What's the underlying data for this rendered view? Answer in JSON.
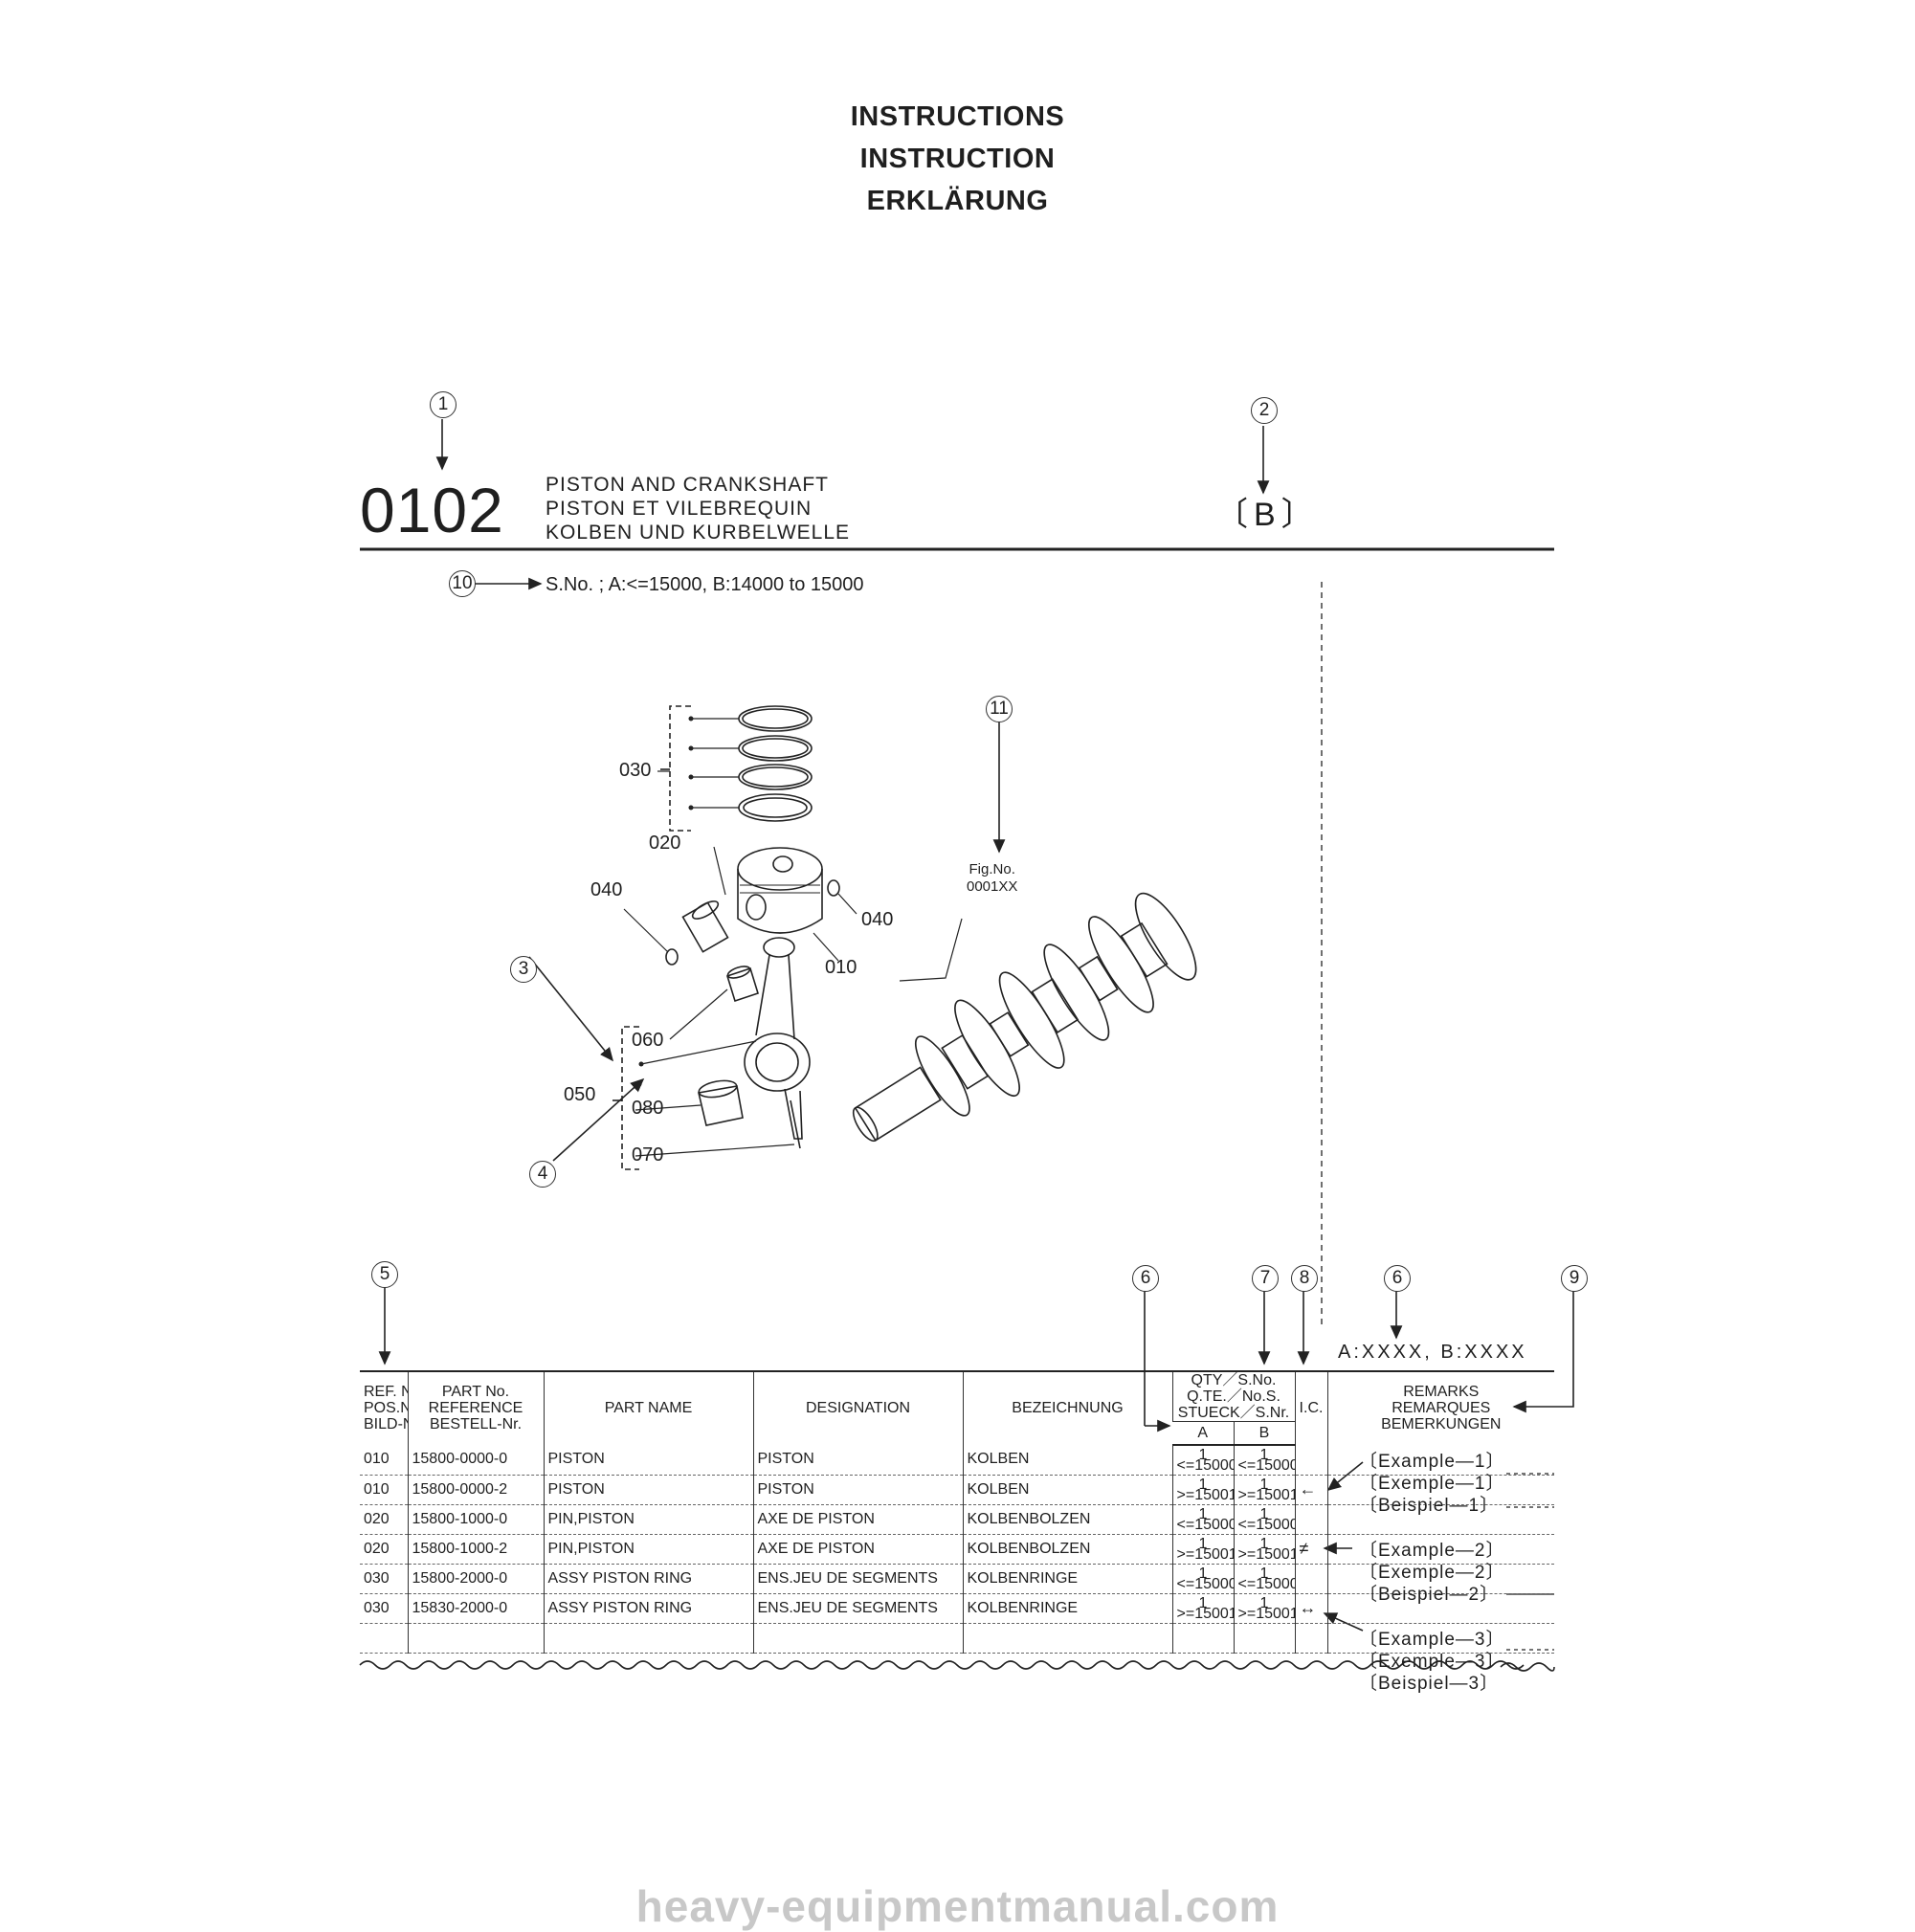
{
  "header": {
    "titles": [
      "INSTRUCTIONS",
      "INSTRUCTION",
      "ERKLÄRUNG"
    ]
  },
  "callouts": [
    "1",
    "2",
    "3",
    "4",
    "5",
    "6",
    "7",
    "8",
    "6",
    "9",
    "10",
    "11"
  ],
  "figure": {
    "number": "0102",
    "title_en": "PISTON AND CRANKSHAFT",
    "title_fr": "PISTON ET VILEBREQUIN",
    "title_de": "KOLBEN UND KURBELWELLE",
    "variant": "〔B〕",
    "serial_note": "S.No. ; A:<=15000, B:14000 to 15000",
    "fig_ref": [
      "Fig.No.",
      "0001XX"
    ],
    "part_labels": [
      "030",
      "020",
      "040",
      "040",
      "010",
      "060",
      "050",
      "080",
      "070"
    ]
  },
  "model_codes": "A:XXXX,  B:XXXX",
  "table": {
    "headers": {
      "ref": [
        "REF. No.",
        "POS.No.",
        "BILD-Nr."
      ],
      "part_no": [
        "PART No.",
        "REFERENCE",
        "BESTELL-Nr."
      ],
      "part_name": "PART NAME",
      "designation": "DESIGNATION",
      "bezeichnung": "BEZEICHNUNG",
      "qty": [
        "QTY／S.No.",
        "Q.TE.／No.S.",
        "STUECK／S.Nr."
      ],
      "col_a": "A",
      "col_b": "B",
      "ic": "I.C.",
      "remarks": [
        "REMARKS",
        "REMARQUES",
        "BEMERKUNGEN"
      ]
    },
    "rows": [
      {
        "ref": "010",
        "part_no": "15800-0000-0",
        "name": "PISTON",
        "designation": "PISTON",
        "bezeichnung": "KOLBEN",
        "qa": "1",
        "qa_sn": "<=15000",
        "qb": "1",
        "qb_sn": "<=15000",
        "ic": ""
      },
      {
        "ref": "010",
        "part_no": "15800-0000-2",
        "name": "PISTON",
        "designation": "PISTON",
        "bezeichnung": "KOLBEN",
        "qa": "1",
        "qa_sn": ">=15001",
        "qb": "1",
        "qb_sn": ">=15001",
        "ic": "←"
      },
      {
        "ref": "020",
        "part_no": "15800-1000-0",
        "name": "PIN,PISTON",
        "designation": "AXE DE PISTON",
        "bezeichnung": "KOLBENBOLZEN",
        "qa": "1",
        "qa_sn": "<=15000",
        "qb": "1",
        "qb_sn": "<=15000",
        "ic": ""
      },
      {
        "ref": "020",
        "part_no": "15800-1000-2",
        "name": "PIN,PISTON",
        "designation": "AXE DE PISTON",
        "bezeichnung": "KOLBENBOLZEN",
        "qa": "1",
        "qa_sn": ">=15001",
        "qb": "1",
        "qb_sn": ">=15001",
        "ic": "≠"
      },
      {
        "ref": "030",
        "part_no": "15800-2000-0",
        "name": "ASSY PISTON RING",
        "designation": "ENS.JEU DE SEGMENTS",
        "bezeichnung": "KOLBENRINGE",
        "qa": "1",
        "qa_sn": "<=15000",
        "qb": "1",
        "qb_sn": "<=15000",
        "ic": ""
      },
      {
        "ref": "030",
        "part_no": "15830-2000-0",
        "name": "ASSY PISTON RING",
        "designation": "ENS.JEU DE SEGMENTS",
        "bezeichnung": "KOLBENRINGE",
        "qa": "1",
        "qa_sn": ">=15001",
        "qb": "1",
        "qb_sn": ">=15001",
        "ic": "↔"
      }
    ]
  },
  "remarks": [
    "〔Example—1〕",
    "〔Exemple—1〕",
    "〔Beispiel—1〕",
    "〔Example—2〕",
    "〔Exemple—2〕",
    "〔Beispiel—2〕",
    "〔Example—3〕",
    "〔Exemple—3〕",
    "〔Beispiel—3〕"
  ],
  "footer": "heavy-equipmentmanual.com"
}
